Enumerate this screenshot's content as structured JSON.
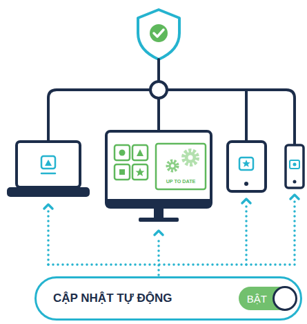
{
  "diagram": {
    "nodes": [
      {
        "text": [
          "UP TO DATE"
        ]
      },
      {
        "text": [
          "CẬP NHẬT TỰ ĐỘNG"
        ]
      },
      {
        "text": [
          "BẬT"
        ],
        "in": 1
      }
    ],
    "edges": [
      {
        "from": 1,
        "to": 0,
        "arrow": "to"
      }
    ]
  }
}
